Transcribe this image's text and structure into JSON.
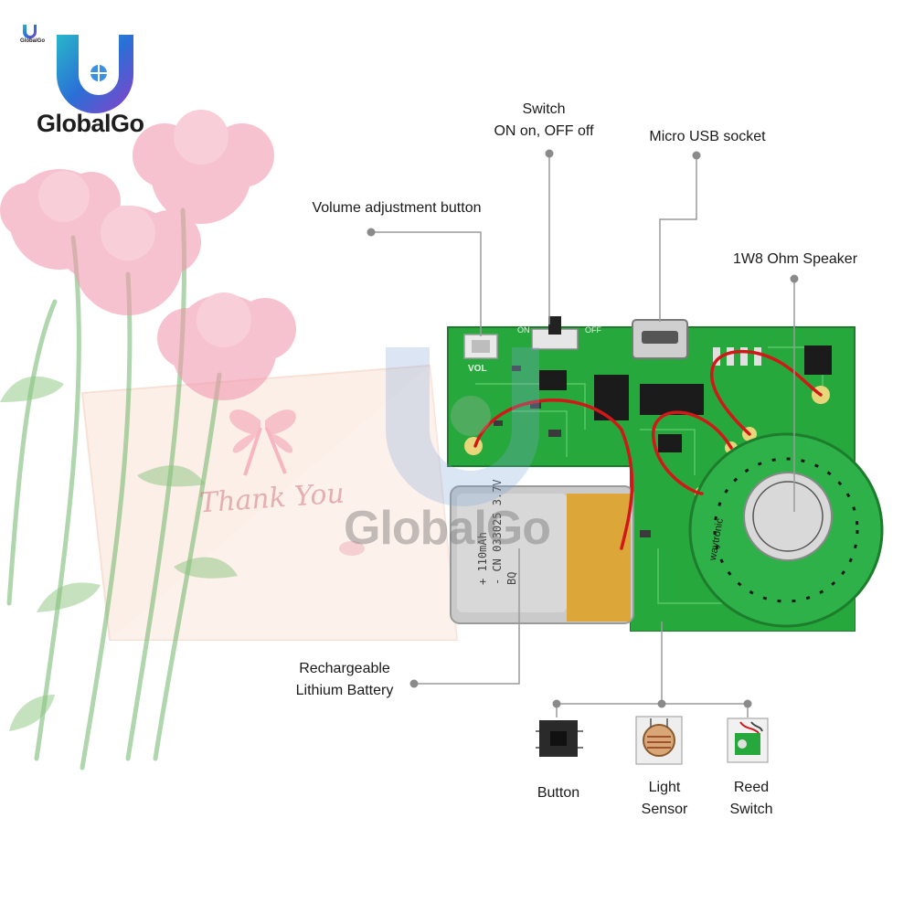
{
  "brand": {
    "name": "GlobalGo",
    "mini_name": "GlobalGo",
    "watermark": "GlobalGo",
    "colors": {
      "logo_blue": "#2a6fd6",
      "logo_purple": "#8b3fc8",
      "logo_teal": "#29b6c9"
    }
  },
  "background": {
    "card_text": "Thank You",
    "colors": {
      "flower": "#f29ab0",
      "stem": "#6fb56a",
      "card": "#fbe3d6",
      "bow": "#f07a8f"
    }
  },
  "board": {
    "silk_vol": "VOL",
    "silk_on": "ON",
    "silk_off": "OFF",
    "battery_print": "+ 110mAh\n- CN 033025 3.7V\nBQ",
    "speaker_ring": "waytronic",
    "colors": {
      "pcb": "#27a83c",
      "speaker": "#2fb14a",
      "battery": "#c9c9c9",
      "wire": "#d01818"
    }
  },
  "callouts": {
    "switch": {
      "line1": "Switch",
      "line2": "ON on, OFF off"
    },
    "micro_usb": "Micro USB socket",
    "volume": "Volume adjustment button",
    "speaker": "1W8 Ohm Speaker",
    "battery": {
      "line1": "Rechargeable",
      "line2": "Lithium Battery"
    }
  },
  "triggers": {
    "button": "Button",
    "light_sensor": {
      "line1": "Light",
      "line2": "Sensor"
    },
    "reed_switch": {
      "line1": "Reed",
      "line2": "Switch"
    }
  }
}
